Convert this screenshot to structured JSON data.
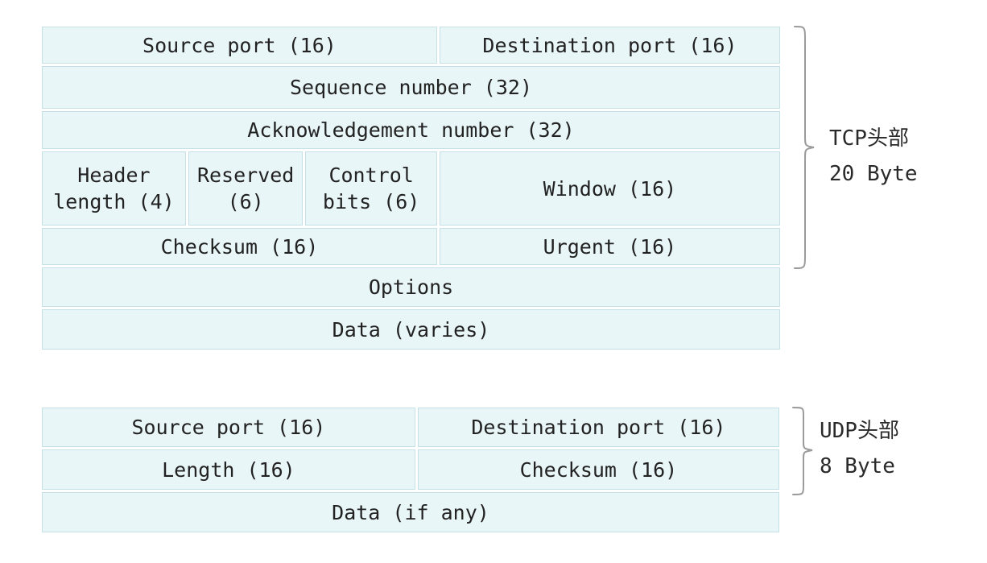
{
  "tcp": {
    "fields": {
      "source_port": "Source port (16)",
      "destination_port": "Destination port (16)",
      "sequence_number": "Sequence number (32)",
      "acknowledgement_number": "Acknowledgement number (32)",
      "header_length": "Header length (4)",
      "reserved": "Reserved (6)",
      "control_bits": "Control bits (6)",
      "window": "Window (16)",
      "checksum": "Checksum (16)",
      "urgent": "Urgent (16)",
      "options": "Options",
      "data": "Data (varies)"
    },
    "brace_label": {
      "line1": "TCP头部",
      "line2": "20 Byte"
    }
  },
  "udp": {
    "fields": {
      "source_port": "Source port (16)",
      "destination_port": "Destination port (16)",
      "length": "Length (16)",
      "checksum": "Checksum (16)",
      "data": "Data (if any)"
    },
    "brace_label": {
      "line1": "UDP头部",
      "line2": "8 Byte"
    }
  },
  "colors": {
    "background": "#ffffff",
    "cell_fill": "#e9f6f8",
    "cell_border": "#c6e1e6",
    "text": "#222222",
    "brace": "#9b9b9b"
  }
}
